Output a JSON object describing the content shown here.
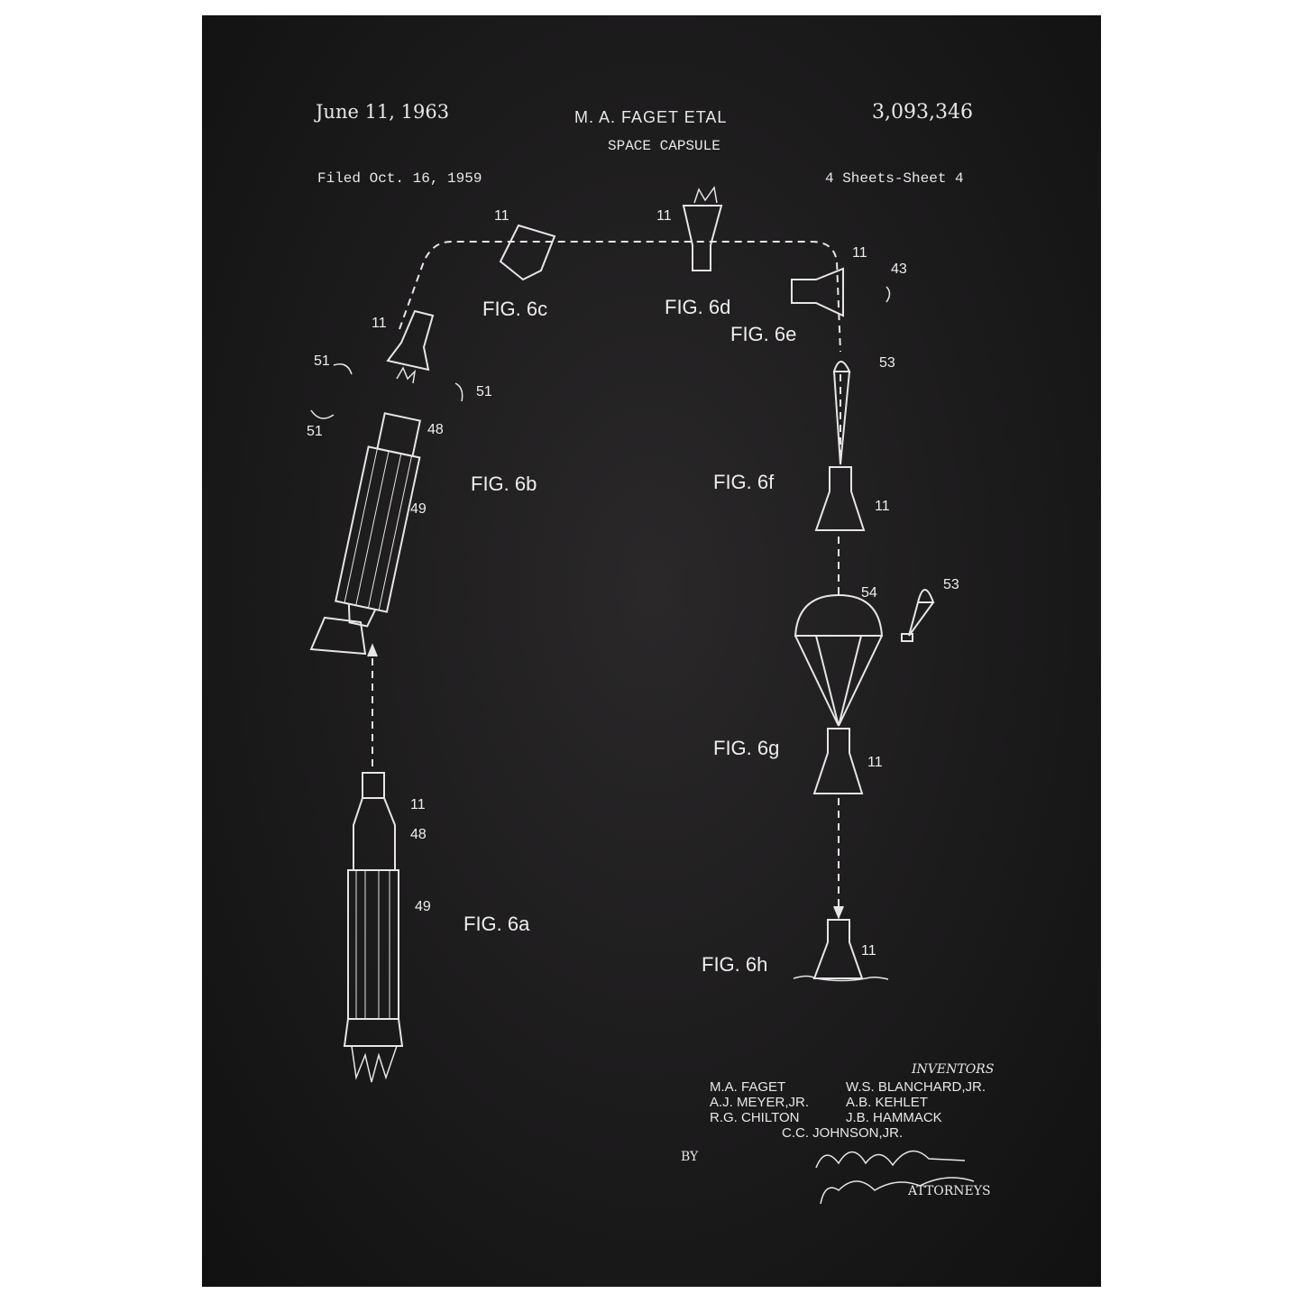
{
  "header": {
    "date": "June 11, 1963",
    "inventor_short": "M. A. FAGET ETAL",
    "patent_number": "3,093,346",
    "title": "SPACE CAPSULE",
    "filed": "Filed Oct. 16, 1959",
    "sheets": "4 Sheets-Sheet 4"
  },
  "figures": {
    "6a": "FIG. 6a",
    "6b": "FIG. 6b",
    "6c": "FIG. 6c",
    "6d": "FIG. 6d",
    "6e": "FIG. 6e",
    "6f": "FIG. 6f",
    "6g": "FIG. 6g",
    "6h": "FIG. 6h"
  },
  "refs": {
    "capsule": "11",
    "tower": "48",
    "booster": "49",
    "rockets": "51",
    "retro": "43",
    "drogue": "53",
    "main_chute": "54"
  },
  "inventors": {
    "heading": "INVENTORS",
    "col1": [
      "M.A. FAGET",
      "A.J. MEYER,JR.",
      "R.G. CHILTON"
    ],
    "col2": [
      "W.S. BLANCHARD,JR.",
      "A.B. KEHLET",
      "J.B. HAMMACK"
    ],
    "last": "C.C. JOHNSON,JR.",
    "by": "BY",
    "attorneys": "ATTORNEYS",
    "signature": "G. D. O'Brien / J. O. Tresansky"
  }
}
